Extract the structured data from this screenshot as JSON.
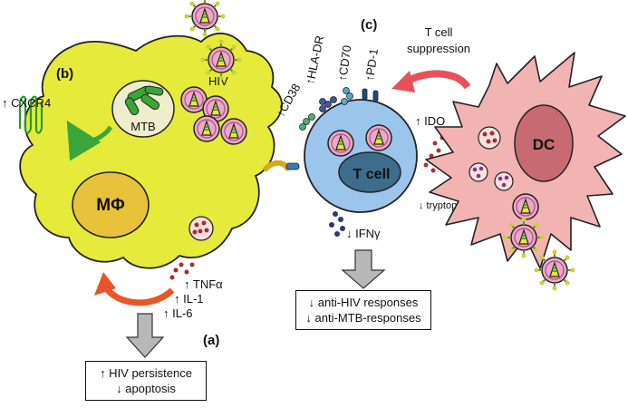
{
  "panels": {
    "a": "(a)",
    "b": "(b)",
    "c": "(c)"
  },
  "cells": {
    "macrophage": {
      "label": "MΦ",
      "color": "#e5ea3b"
    },
    "tcell": {
      "label": "T cell",
      "color": "#9cc5ec"
    },
    "dc": {
      "label": "DC",
      "color": "#f2b3b3"
    }
  },
  "pathogens": {
    "mtb": "MTB",
    "hiv": "HIV"
  },
  "markers": {
    "cxcr4": "↑ CXCR4",
    "hla_dr": "↑HLA-DR",
    "cd70": "↑CD70",
    "pd1": "↑PD-1",
    "cd38": "↑CD38",
    "ido": "↑ IDO",
    "tryptophan": "↓ tryptophan",
    "ifng": "↓ IFNγ",
    "tnfa": "↑ TNFα",
    "il1": "↑ IL-1",
    "il6": "↑ IL-6"
  },
  "suppression": {
    "line1": "T cell",
    "line2": "suppression"
  },
  "outcome_a": {
    "line1": "↑ HIV persistence",
    "line2": "↓ apoptosis"
  },
  "outcome_c": {
    "line1": "↓ anti-HIV responses",
    "line2": "↓ anti-MTB-responses"
  }
}
